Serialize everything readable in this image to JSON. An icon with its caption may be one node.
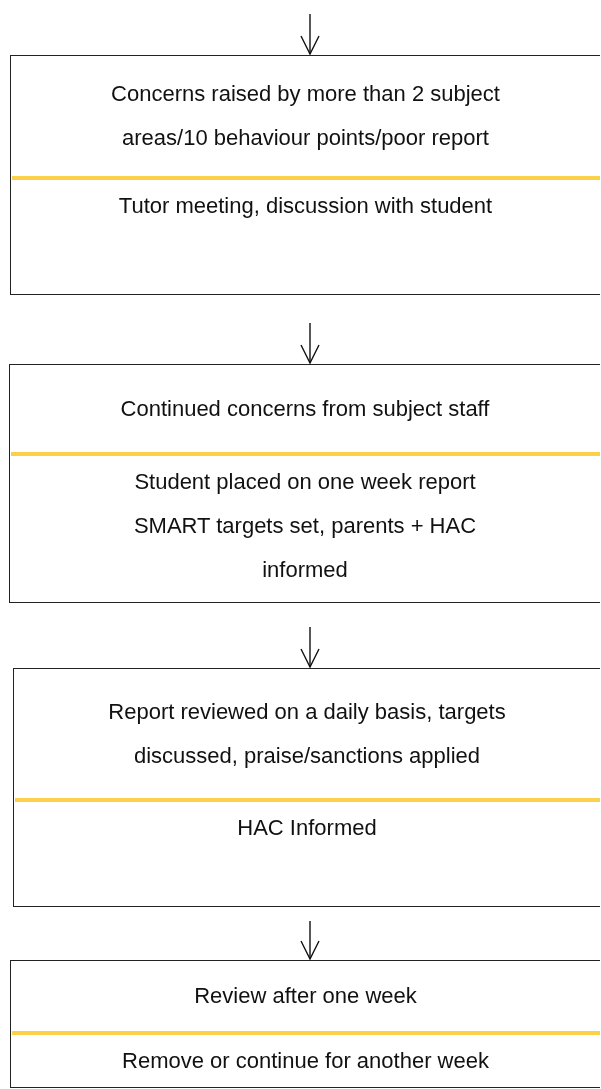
{
  "diagram": {
    "nodes": [
      {
        "text": [
          "Concerns raised by more than 2 subject areas/10 behaviour points/poor report",
          "Tutor meeting, discussion with student"
        ]
      },
      {
        "text": [
          "Continued concerns from subject staff",
          "Student placed on one week report SMART targets set, parents + HAC informed"
        ]
      },
      {
        "text": [
          "Report reviewed on a daily basis, targets discussed, praise/sanctions applied",
          "HAC Informed"
        ]
      },
      {
        "text": [
          "Review after one week",
          "Remove or continue for another week"
        ]
      }
    ],
    "edges": [
      {
        "from": null,
        "to": 0,
        "arrow": "to"
      },
      {
        "from": 0,
        "to": 1,
        "arrow": "to"
      },
      {
        "from": 1,
        "to": 2,
        "arrow": "to"
      },
      {
        "from": 2,
        "to": 3,
        "arrow": "to"
      }
    ]
  }
}
